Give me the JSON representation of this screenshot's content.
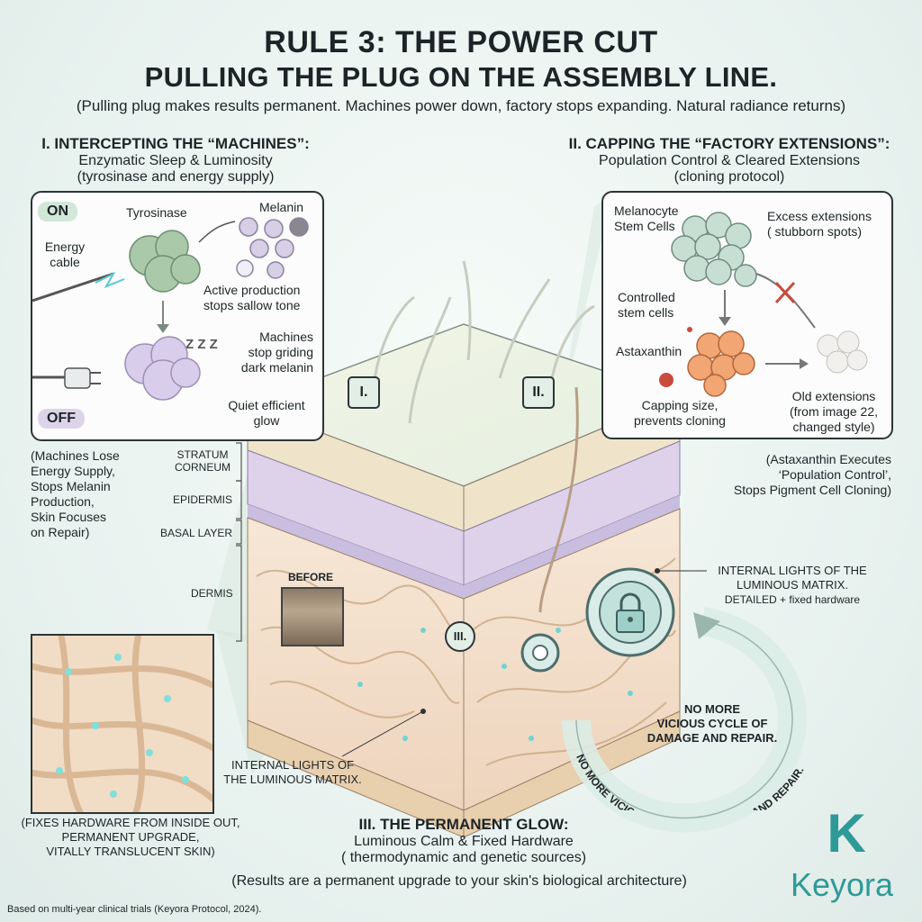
{
  "header": {
    "title": "RULE 3: THE POWER CUT",
    "subtitle": "PULLING THE PLUG ON THE ASSEMBLY LINE.",
    "tagline": "(Pulling plug makes results permanent. Machines power down, factory stops expanding. Natural radiance returns)"
  },
  "section1": {
    "heading": "I. INTERCEPTING THE “MACHINES”:",
    "sub1": "Enzymatic Sleep & Luminosity",
    "sub2": "(tyrosinase and energy supply)",
    "on_badge": "ON",
    "off_badge": "OFF",
    "tyrosinase": "Tyrosinase",
    "melanin": "Melanin",
    "energy_cable_1": "Energy",
    "energy_cable_2": "cable",
    "active_1": "Active production",
    "active_2": "stops sallow tone",
    "machines_1": "Machines",
    "machines_2": "stop griding",
    "machines_3": "dark melanin",
    "quiet_1": "Quiet efficient",
    "quiet_2": "glow",
    "zzz": "Z Z Z",
    "note_1": "(Machines Lose",
    "note_2": "Energy Supply,",
    "note_3": "Stops Melanin",
    "note_4": "Production,",
    "note_5": "Skin Focuses",
    "note_6": "on Repair)"
  },
  "section2": {
    "heading": "II. CAPPING THE “FACTORY EXTENSIONS”:",
    "sub1": "Population Control & Cleared Extensions",
    "sub2": "(cloning protocol)",
    "stem_1": "Melanocyte",
    "stem_2": "Stem Cells",
    "excess_1": "Excess extensions",
    "excess_2": "( stubborn spots)",
    "controlled_1": "Controlled",
    "controlled_2": "stem cells",
    "astaxanthin": "Astaxanthin",
    "capping_1": "Capping size,",
    "capping_2": "prevents cloning",
    "old_1": "Old extensions",
    "old_2": "(from image 22,",
    "old_3": "changed style)",
    "note_1": "(Astaxanthin Executes",
    "note_2": "‘Population Control’,",
    "note_3": "Stops Pigment Cell Cloning)"
  },
  "layers": {
    "stratum_1": "STRATUM",
    "stratum_2": "CORNEUM",
    "epidermis": "EPIDERMIS",
    "basal": "BASAL LAYER",
    "dermis": "DERMIS",
    "before": "BEFORE",
    "marker_1": "I.",
    "marker_2": "II.",
    "marker_3": "III."
  },
  "lights": {
    "right_1": "INTERNAL LIGHTS OF THE",
    "right_2": "LUMINOUS MATRIX.",
    "right_3": "DETAILED + fixed hardware",
    "bottom_1": "INTERNAL LIGHTS OF",
    "bottom_2": "THE LUMINOUS MATRIX."
  },
  "cycle": {
    "inner_1": "NO MORE",
    "inner_2": "VICIOUS CYCLE OF",
    "inner_3": "DAMAGE AND REPAIR.",
    "ring": "NO MORE VICIOUS CYCLE OF DAMAGE AND REPAIR."
  },
  "section3": {
    "heading": "III. THE PERMANENT GLOW:",
    "sub1": "Luminous Calm & Fixed Hardware",
    "sub2": "( thermodynamic and genetic sources)",
    "sub3": "(Results are a permanent upgrade to your skin's biological architecture)",
    "left_1": "(FIXES HARDWARE FROM INSIDE OUT,",
    "left_2": "PERMANENT UPGRADE,",
    "left_3": "VITALLY TRANSLUCENT SKIN)"
  },
  "footer": {
    "note": "Based on multi-year clinical trials (Keyora Protocol, 2024).",
    "brand": "Keyora",
    "logo_letter": "K"
  },
  "colors": {
    "teal": "#2d9a98",
    "lavender": "#c9bedf",
    "skin": "#f1dcc6",
    "panel_green": "#dcebdf"
  }
}
